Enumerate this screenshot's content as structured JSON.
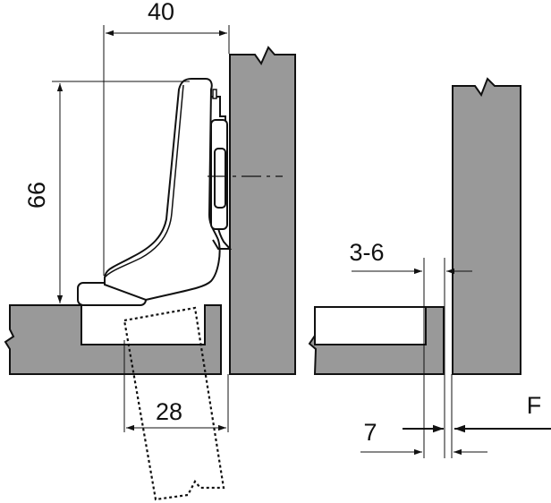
{
  "colors": {
    "panel": "#999999",
    "outline": "#111111",
    "background": "#ffffff"
  },
  "dimensions": {
    "width_top": "40",
    "height_left": "66",
    "bore_width": "28",
    "gap_range": "3-6",
    "overlay": "7",
    "force_label": "F"
  }
}
